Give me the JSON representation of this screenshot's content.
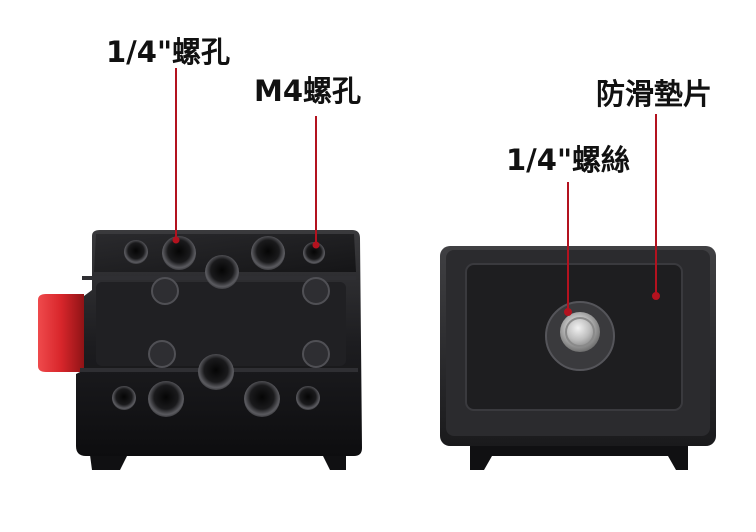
{
  "labels": {
    "quarter_inch_hole": "1/4\"螺孔",
    "m4_hole": "M4螺孔",
    "anti_slip_pad": "防滑墊片",
    "quarter_inch_screw": "1/4\"螺絲"
  },
  "colors": {
    "leader_line": "#b3121f",
    "label_text": "#111111",
    "anodized_body": "#1c1c1e",
    "knob_red": "#d8262b"
  }
}
